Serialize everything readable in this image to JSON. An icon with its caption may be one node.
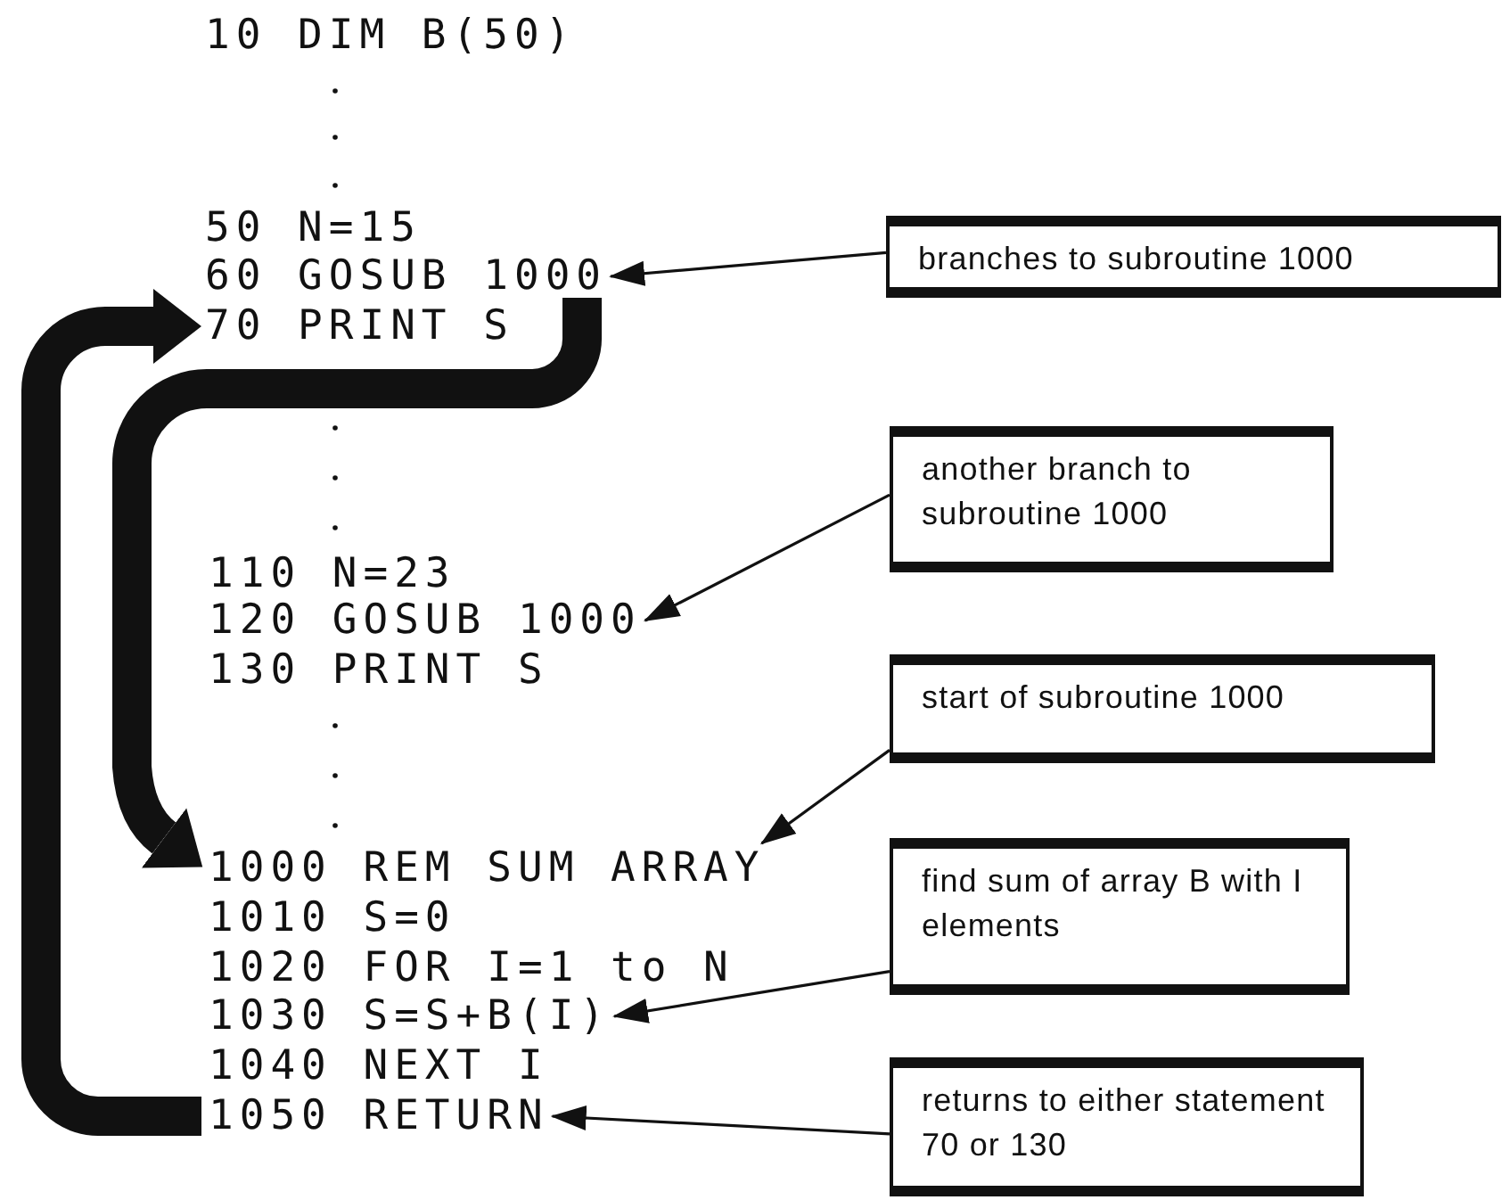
{
  "diagram": {
    "nodes": [
      {
        "text": [
          "10 DIM B(50)"
        ]
      },
      {
        "text": [
          "50 N=15"
        ]
      },
      {
        "text": [
          "60 GOSUB 1000"
        ]
      },
      {
        "text": [
          "70 PRINT S"
        ]
      },
      {
        "text": [
          "110 N=23"
        ]
      },
      {
        "text": [
          "120 GOSUB 1000"
        ]
      },
      {
        "text": [
          "130 PRINT S"
        ]
      },
      {
        "text": [
          "1000 REM SUM ARRAY"
        ]
      },
      {
        "text": [
          "1010 S=0"
        ]
      },
      {
        "text": [
          "1020 FOR I=1 to N"
        ]
      },
      {
        "text": [
          "1030 S=S+B(I)"
        ]
      },
      {
        "text": [
          "1040 NEXT I"
        ]
      },
      {
        "text": [
          "1050 RETURN"
        ]
      },
      {
        "text": [
          "branches to subroutine 1000"
        ]
      },
      {
        "text": [
          "another branch to subroutine 1000"
        ]
      },
      {
        "text": [
          "start of subroutine 1000"
        ]
      },
      {
        "text": [
          "find sum of array B with I elements"
        ]
      },
      {
        "text": [
          "returns to either statement 70 or 130"
        ]
      }
    ],
    "edges": [
      {
        "from": 2,
        "to": 7,
        "arrow": "to",
        "style": "thick"
      },
      {
        "from": 12,
        "to": 3,
        "arrow": "to",
        "style": "thick"
      },
      {
        "from": 13,
        "to": 2,
        "arrow": "to"
      },
      {
        "from": 14,
        "to": 5,
        "arrow": "to"
      },
      {
        "from": 15,
        "to": 7,
        "arrow": "to"
      },
      {
        "from": 16,
        "to": 10,
        "arrow": "to"
      },
      {
        "from": 17,
        "to": 12,
        "arrow": "to"
      }
    ]
  }
}
